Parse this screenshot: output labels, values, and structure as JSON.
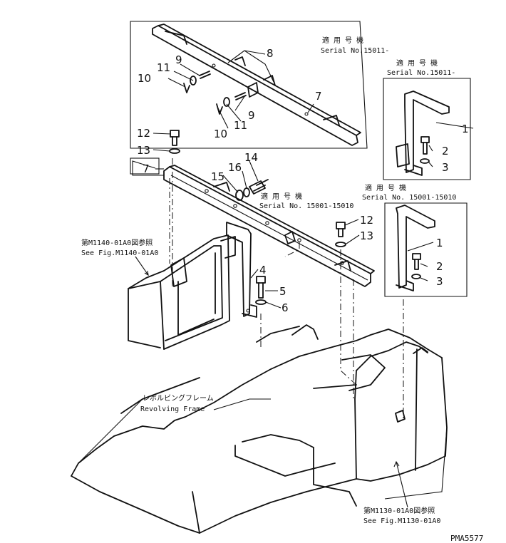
{
  "callouts": {
    "c1a": "1",
    "c2a": "2",
    "c3a": "3",
    "c1b": "1",
    "c2b": "2",
    "c3b": "3",
    "c4": "4",
    "c5": "5",
    "c6": "6",
    "c7a": "7",
    "c7b": "7",
    "c8": "8",
    "c9a": "9",
    "c9b": "9",
    "c10a": "10",
    "c10b": "10",
    "c11a": "11",
    "c11b": "11",
    "c12a": "12",
    "c12b": "12",
    "c13a": "13",
    "c13b": "13",
    "c14": "14",
    "c15": "15",
    "c16": "16"
  },
  "serial_notes": {
    "top_jp": "適 用 号 機",
    "top_en": "Serial No.15011-",
    "right1_jp": "適 用 号 機",
    "right1_en": "Serial No.15011-",
    "right2_jp": "適 用 号 機",
    "right2_en": "Serial No. 15001-15010",
    "mid_jp": "適 用 号 機",
    "mid_en": "Serial No. 15001-15010"
  },
  "references": {
    "left_jp": "第M1140-01A0図参照",
    "left_en": "See Fig.M1140-01A0",
    "bottom_jp": "第M1130-01A0図参照",
    "bottom_en": "See Fig.M1130-01A0"
  },
  "frame_label": {
    "jp": "レボルビングフレーム",
    "en": "Revolving Frame"
  },
  "drawing_code": "PMA5577"
}
